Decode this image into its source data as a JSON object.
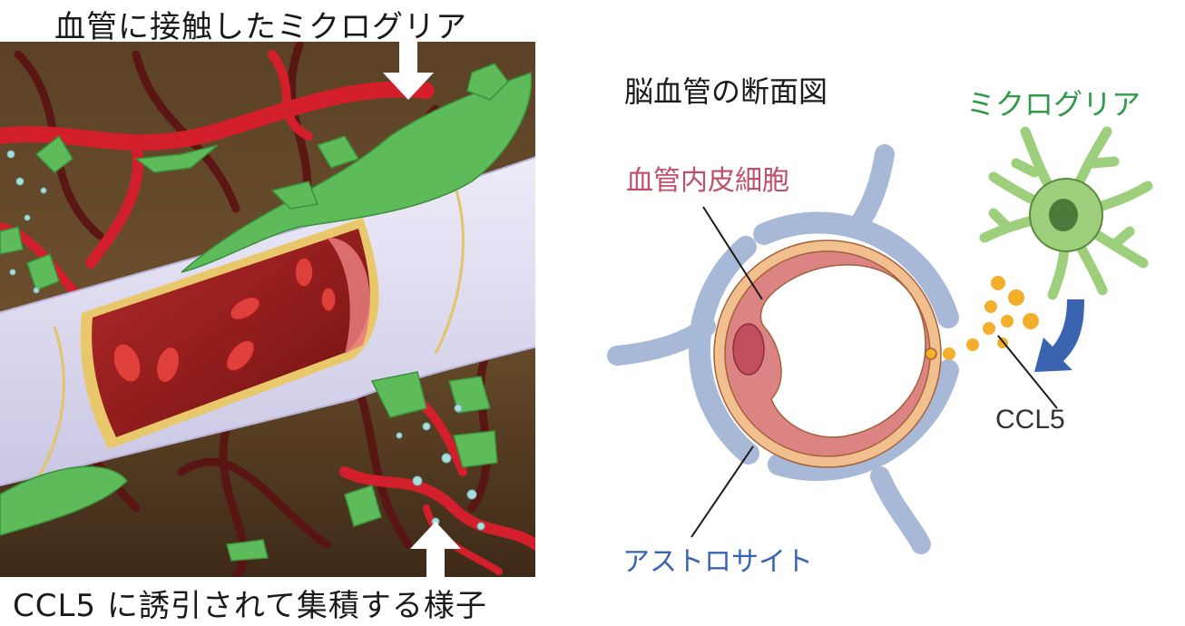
{
  "left_panel": {
    "top_caption": "血管に接触したミクログリア",
    "bottom_caption": "CCL5 に誘引されて集積する様子"
  },
  "right_panel": {
    "title": "脳血管の断面図",
    "labels": {
      "endothelial": "血管内皮細胞",
      "microglia": "ミクログリア",
      "ccl5": "CCL5",
      "astrocyte": "アストロサイト"
    }
  },
  "colors": {
    "microglia": "#2e9a4a",
    "endothelial": "#c0506a",
    "astrocyte": "#3a64b0",
    "ccl5": "#f2b02a",
    "vessel_red": "#d21f2b",
    "background_brown": "#4a3420"
  }
}
